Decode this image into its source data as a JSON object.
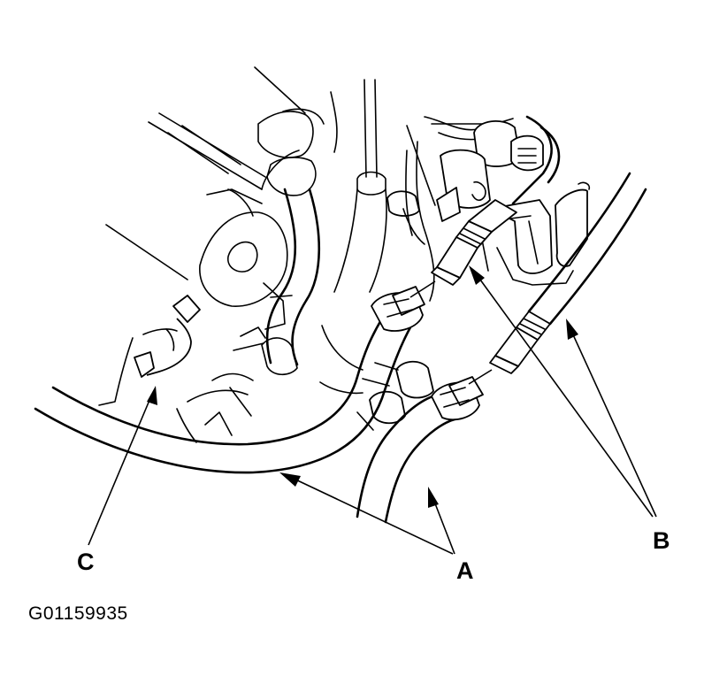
{
  "labels": {
    "a": "A",
    "b": "B",
    "c": "C"
  },
  "figure_id": "G01159935"
}
